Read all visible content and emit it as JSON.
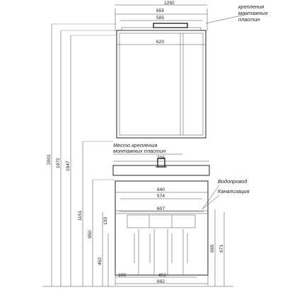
{
  "dimensions": {
    "mirror_top": "1250",
    "mirror_outer": "655",
    "mirror_inner": "585",
    "mirror_cabinet": "620",
    "basin_width": "705",
    "vanity_inner": "640",
    "vanity_opening": "574",
    "vanity_mount": "607",
    "vanity_drawer_depth": "133",
    "vanity_bottom_left": "100",
    "vanity_bottom_mid": "492",
    "vanity_total": "692",
    "height_2001": "2001",
    "height_1972": "1972",
    "height_1947": "1947",
    "height_1151": "1151",
    "height_850": "850",
    "height_462": "462",
    "height_665": "665",
    "height_671": "671"
  },
  "notes": {
    "mirror_mount_line1": "крепления",
    "mirror_mount_line2": "монтажных",
    "mirror_mount_line3": "пластин",
    "vanity_mount_line1": "Место крепления",
    "vanity_mount_line2": "монтажных пластин",
    "water_supply": "Водопровод",
    "sewer": "Канализация"
  },
  "colors": {
    "line": "#222222",
    "hatch": "#777777"
  }
}
